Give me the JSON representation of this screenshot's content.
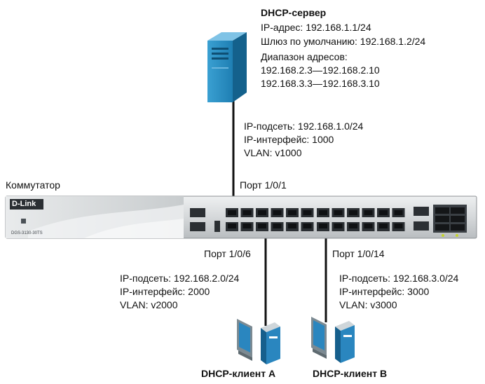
{
  "server": {
    "title": "DHCP-сервер",
    "ip": "IP-адрес: 192.168.1.1/24",
    "gateway": "Шлюз по умолчанию: 192.168.1.2/24",
    "range_label": "Диапазон адресов:",
    "range1": "192.168.2.3—192.168.2.10",
    "range2": "192.168.3.3—192.168.3.10"
  },
  "uplink": {
    "subnet": "IP-подсеть: 192.168.1.0/24",
    "iface": "IP-интерфейс: 1000",
    "vlan": "VLAN: v1000"
  },
  "switch": {
    "label": "Коммутатор",
    "brand": "D-Link",
    "model": "DGS-3130-30TS",
    "port_top": "Порт 1/0/1",
    "port_left": "Порт 1/0/6",
    "port_right": "Порт 1/0/14"
  },
  "client_a": {
    "subnet": "IP-подсеть: 192.168.2.0/24",
    "iface": "IP-интерфейс: 2000",
    "vlan": "VLAN: v2000",
    "name": "DHCP-клиент A"
  },
  "client_b": {
    "subnet": "IP-подсеть: 192.168.3.0/24",
    "iface": "IP-интерфейс: 3000",
    "vlan": "VLAN: v3000",
    "name": "DHCP-клиент B"
  },
  "colors": {
    "server_blue": "#1f7fb3",
    "client_blue": "#2a86bf",
    "line": "#111111",
    "switch_body": "#d8dadb"
  },
  "icons": {
    "server": "server-tower-icon",
    "client": "desktop-computer-icon"
  }
}
